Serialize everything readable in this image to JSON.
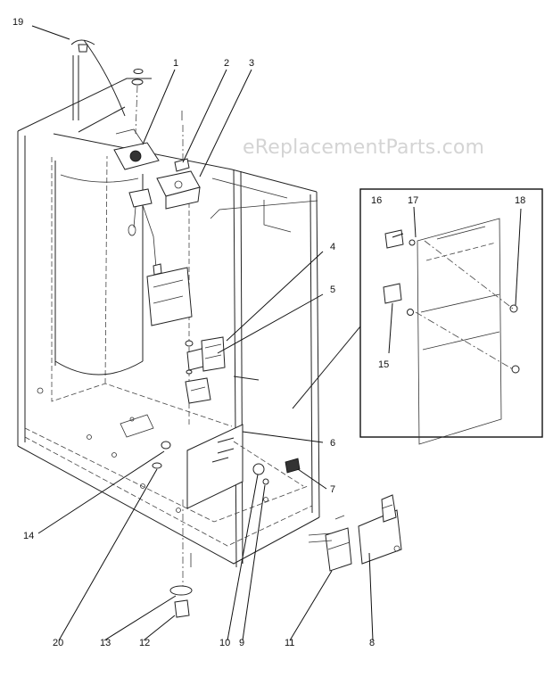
{
  "watermark": "eReplacementParts.com",
  "callouts": [
    {
      "id": "c19",
      "label": "19"
    },
    {
      "id": "c1",
      "label": "1"
    },
    {
      "id": "c2",
      "label": "2"
    },
    {
      "id": "c3",
      "label": "3"
    },
    {
      "id": "c4",
      "label": "4"
    },
    {
      "id": "c5",
      "label": "5"
    },
    {
      "id": "c6",
      "label": "6"
    },
    {
      "id": "c7",
      "label": "7"
    },
    {
      "id": "c8",
      "label": "8"
    },
    {
      "id": "c9",
      "label": "9"
    },
    {
      "id": "c10",
      "label": "10"
    },
    {
      "id": "c11",
      "label": "11"
    },
    {
      "id": "c12",
      "label": "12"
    },
    {
      "id": "c13",
      "label": "13"
    },
    {
      "id": "c14",
      "label": "14"
    },
    {
      "id": "c15",
      "label": "15"
    },
    {
      "id": "c16",
      "label": "16"
    },
    {
      "id": "c17",
      "label": "17"
    },
    {
      "id": "c18",
      "label": "18"
    },
    {
      "id": "c20",
      "label": "20"
    }
  ]
}
